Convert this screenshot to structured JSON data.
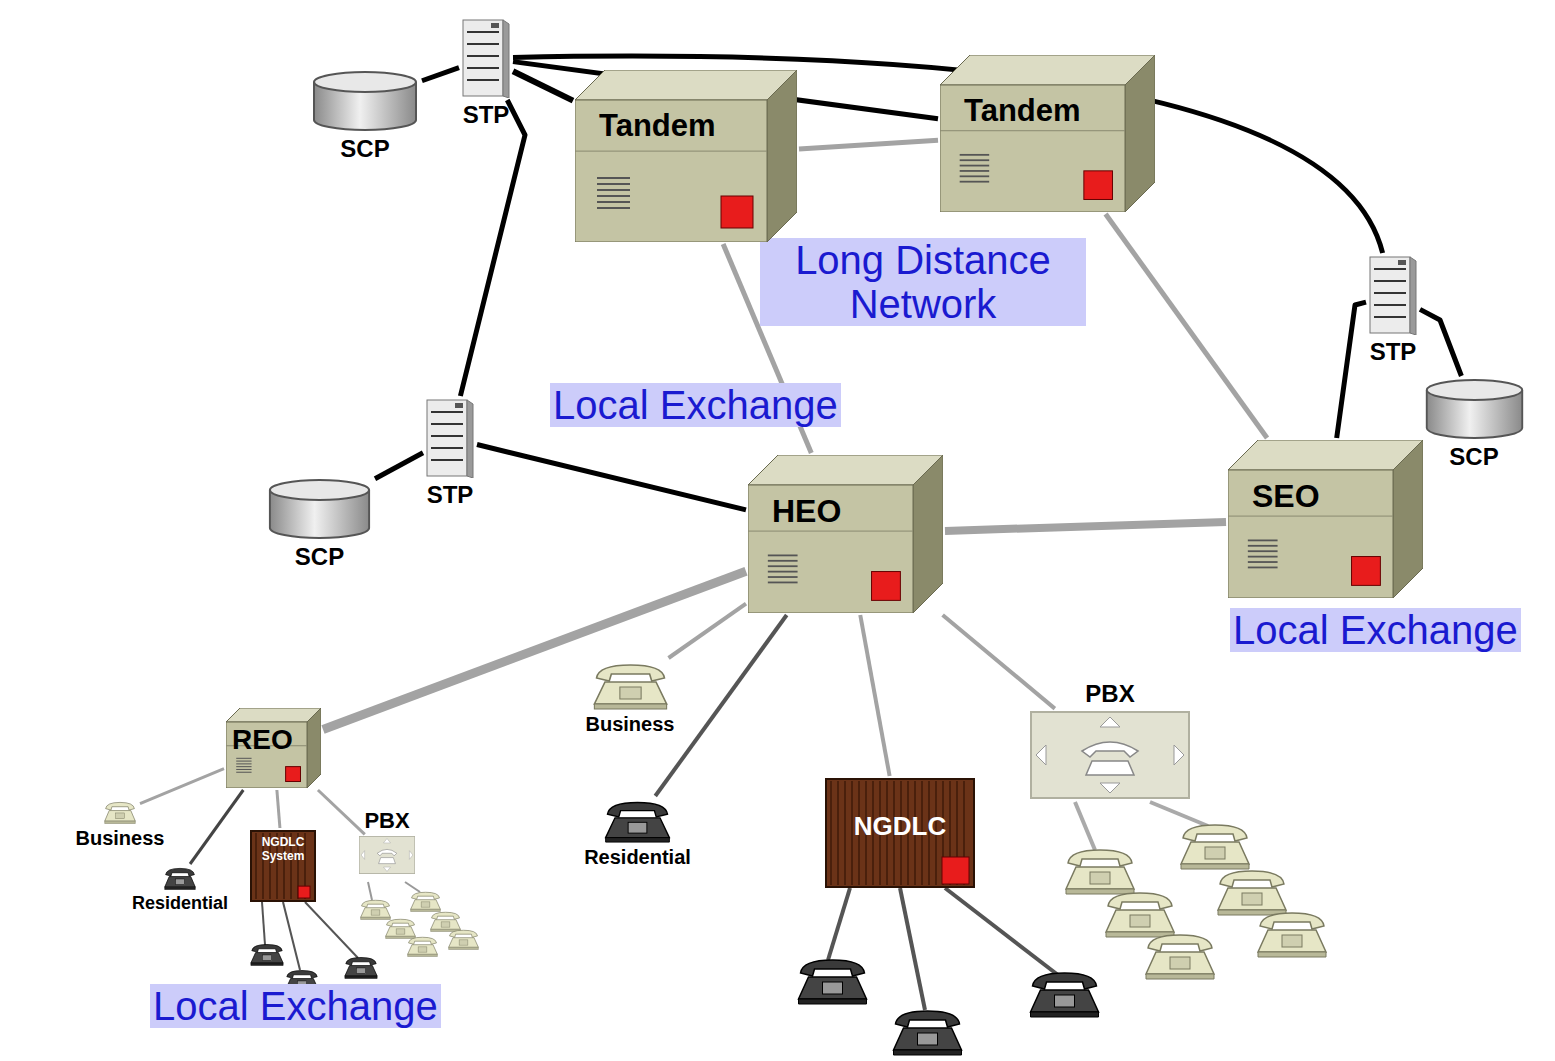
{
  "diagram": {
    "nodes": [
      {
        "text": [
          "Long Distance Network"
        ]
      },
      {
        "text": [
          "STP"
        ],
        "in": 0
      },
      {
        "text": [
          "SCP"
        ],
        "in": 0
      },
      {
        "text": [
          "Tandem"
        ],
        "in": 0
      },
      {
        "text": [
          "Tandem"
        ],
        "in": 0
      },
      {
        "text": [
          "Local Exchange"
        ]
      },
      {
        "text": [
          "STP"
        ],
        "in": 5
      },
      {
        "text": [
          "SCP"
        ],
        "in": 5
      },
      {
        "text": [
          "HEO"
        ],
        "in": 5
      },
      {
        "text": [
          "Local Exchange"
        ]
      },
      {
        "text": [
          "STP"
        ],
        "in": 9
      },
      {
        "text": [
          "SCP"
        ],
        "in": 9
      },
      {
        "text": [
          "SEO"
        ],
        "in": 9
      },
      {
        "text": [
          "Business"
        ]
      },
      {
        "text": [
          "Residential"
        ]
      },
      {
        "text": [
          "NGDLC"
        ]
      },
      {
        "text": [
          "PBX"
        ]
      },
      {
        "text": [
          "Local Exchange"
        ]
      },
      {
        "text": [
          "REO"
        ],
        "in": 17
      },
      {
        "text": [
          "Business"
        ],
        "in": 17
      },
      {
        "text": [
          "Residential"
        ],
        "in": 17
      },
      {
        "text": [
          "NGDLC System"
        ],
        "in": 17
      },
      {
        "text": [
          "PBX"
        ],
        "in": 17
      }
    ],
    "edges": [
      {
        "from": 1,
        "to": 2,
        "arrow": "none"
      },
      {
        "from": 1,
        "to": 3,
        "arrow": "none"
      },
      {
        "from": 1,
        "to": 4,
        "arrow": "none"
      },
      {
        "from": 1,
        "to": 10,
        "arrow": "none"
      },
      {
        "from": 1,
        "to": 6,
        "arrow": "none"
      },
      {
        "from": 6,
        "to": 7,
        "arrow": "none"
      },
      {
        "from": 6,
        "to": 8,
        "arrow": "none"
      },
      {
        "from": 3,
        "to": 4,
        "arrow": "none"
      },
      {
        "from": 3,
        "to": 8,
        "arrow": "none"
      },
      {
        "from": 4,
        "to": 12,
        "arrow": "none"
      },
      {
        "from": 8,
        "to": 12,
        "arrow": "none"
      },
      {
        "from": 10,
        "to": 12,
        "arrow": "none"
      },
      {
        "from": 10,
        "to": 11,
        "arrow": "none"
      },
      {
        "from": 8,
        "to": 18,
        "arrow": "none"
      },
      {
        "from": 8,
        "to": 13,
        "arrow": "none"
      },
      {
        "from": 8,
        "to": 14,
        "arrow": "none"
      },
      {
        "from": 8,
        "to": 15,
        "arrow": "none"
      },
      {
        "from": 8,
        "to": 16,
        "arrow": "none"
      },
      {
        "from": 18,
        "to": 19,
        "arrow": "none"
      },
      {
        "from": 18,
        "to": 20,
        "arrow": "none"
      },
      {
        "from": 18,
        "to": 21,
        "arrow": "none"
      },
      {
        "from": 18,
        "to": 22,
        "arrow": "none"
      }
    ]
  }
}
